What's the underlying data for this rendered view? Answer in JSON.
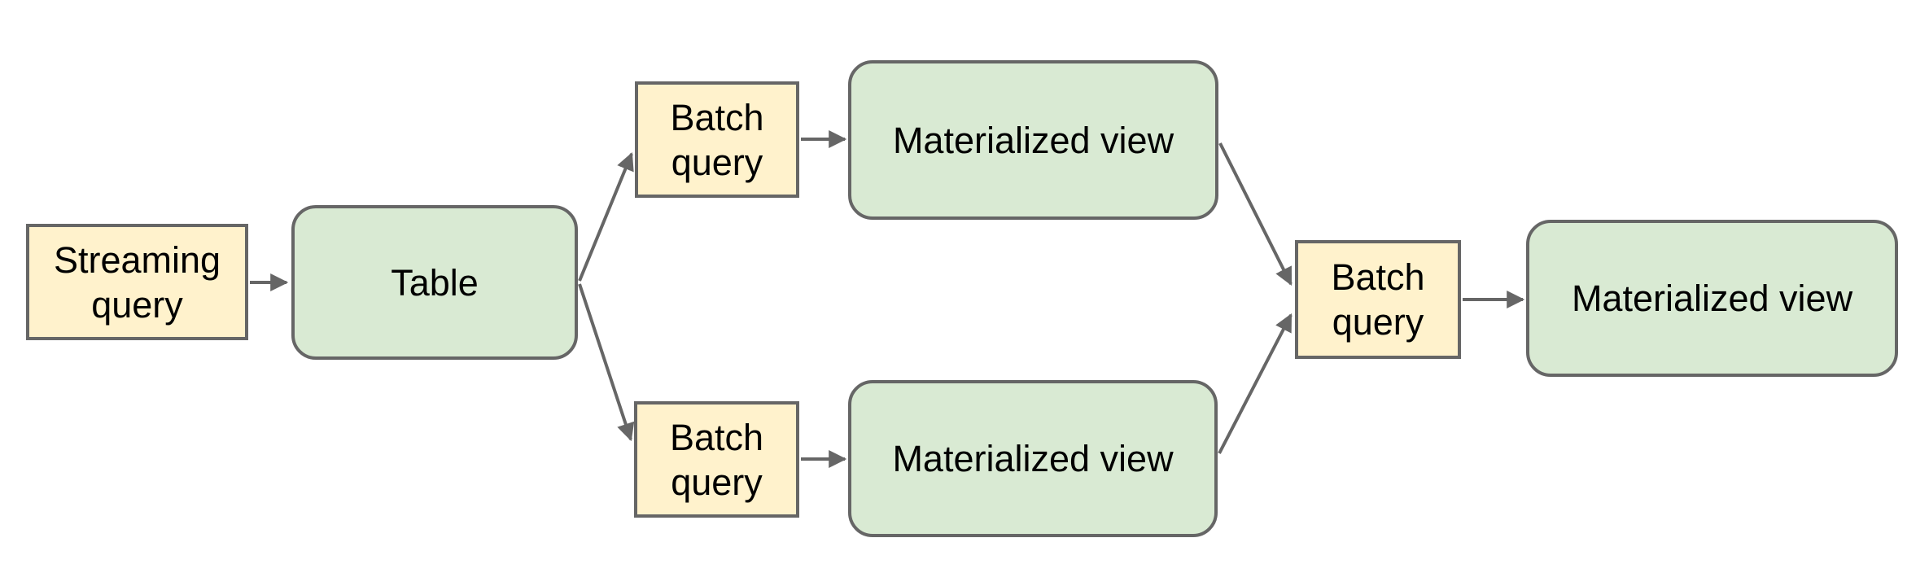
{
  "diagram": {
    "background": "#ffffff",
    "nodes": [
      {
        "id": "streaming-query",
        "label": "Streaming query",
        "shape": "rectangle",
        "fill": "#fff2cc"
      },
      {
        "id": "table",
        "label": "Table",
        "shape": "rounded-rectangle",
        "fill": "#d9ead3"
      },
      {
        "id": "batch-query-top",
        "label": "Batch query",
        "shape": "rectangle",
        "fill": "#fff2cc"
      },
      {
        "id": "materialized-view-top",
        "label": "Materialized view",
        "shape": "rounded-rectangle",
        "fill": "#d9ead3"
      },
      {
        "id": "batch-query-bottom",
        "label": "Batch query",
        "shape": "rectangle",
        "fill": "#fff2cc"
      },
      {
        "id": "materialized-view-bottom",
        "label": "Materialized view",
        "shape": "rounded-rectangle",
        "fill": "#d9ead3"
      },
      {
        "id": "batch-query-final",
        "label": "Batch query",
        "shape": "rectangle",
        "fill": "#fff2cc"
      },
      {
        "id": "materialized-view-final",
        "label": "Materialized view",
        "shape": "rounded-rectangle",
        "fill": "#d9ead3"
      }
    ],
    "edges": [
      {
        "from": "streaming-query",
        "to": "table"
      },
      {
        "from": "table",
        "to": "batch-query-top"
      },
      {
        "from": "table",
        "to": "batch-query-bottom"
      },
      {
        "from": "batch-query-top",
        "to": "materialized-view-top"
      },
      {
        "from": "batch-query-bottom",
        "to": "materialized-view-bottom"
      },
      {
        "from": "materialized-view-top",
        "to": "batch-query-final"
      },
      {
        "from": "materialized-view-bottom",
        "to": "batch-query-final"
      },
      {
        "from": "batch-query-final",
        "to": "materialized-view-final"
      }
    ],
    "colors": {
      "query_fill": "#fff2cc",
      "table_view_fill": "#d9ead3",
      "border": "#666666",
      "arrow": "#666666",
      "text": "#000000"
    }
  }
}
